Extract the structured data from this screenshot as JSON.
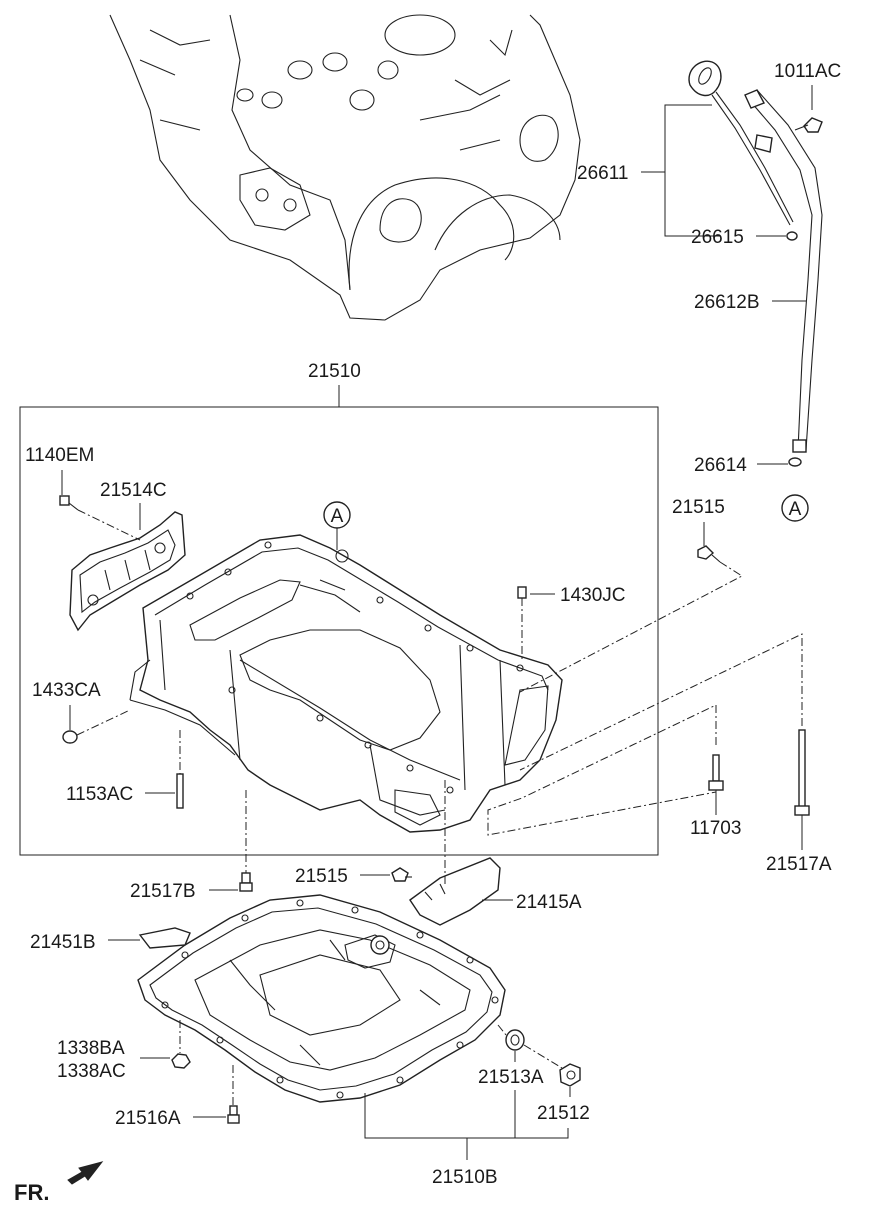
{
  "labels": {
    "p1011AC": "1011AC",
    "p26611": "26611",
    "p26615": "26615",
    "p26612B": "26612B",
    "p26614": "26614",
    "p21510": "21510",
    "p1140EM": "1140EM",
    "p21514C": "21514C",
    "p21515_top": "21515",
    "p1430JC": "1430JC",
    "p1433CA": "1433CA",
    "p1153AC": "1153AC",
    "p11703": "11703",
    "p21517A": "21517A",
    "p21515_mid": "21515",
    "p21517B": "21517B",
    "p21415A": "21415A",
    "p21451B": "21451B",
    "p1338BA": "1338BA",
    "p1338AC": "1338AC",
    "p21513A": "21513A",
    "p21512": "21512",
    "p21516A": "21516A",
    "p21510B": "21510B"
  },
  "markers": {
    "ref_a_top": "A",
    "ref_a_pan": "A"
  },
  "orientation": {
    "label": "FR."
  },
  "colors": {
    "line": "#222222",
    "text": "#1a1a1a",
    "background": "#ffffff"
  }
}
